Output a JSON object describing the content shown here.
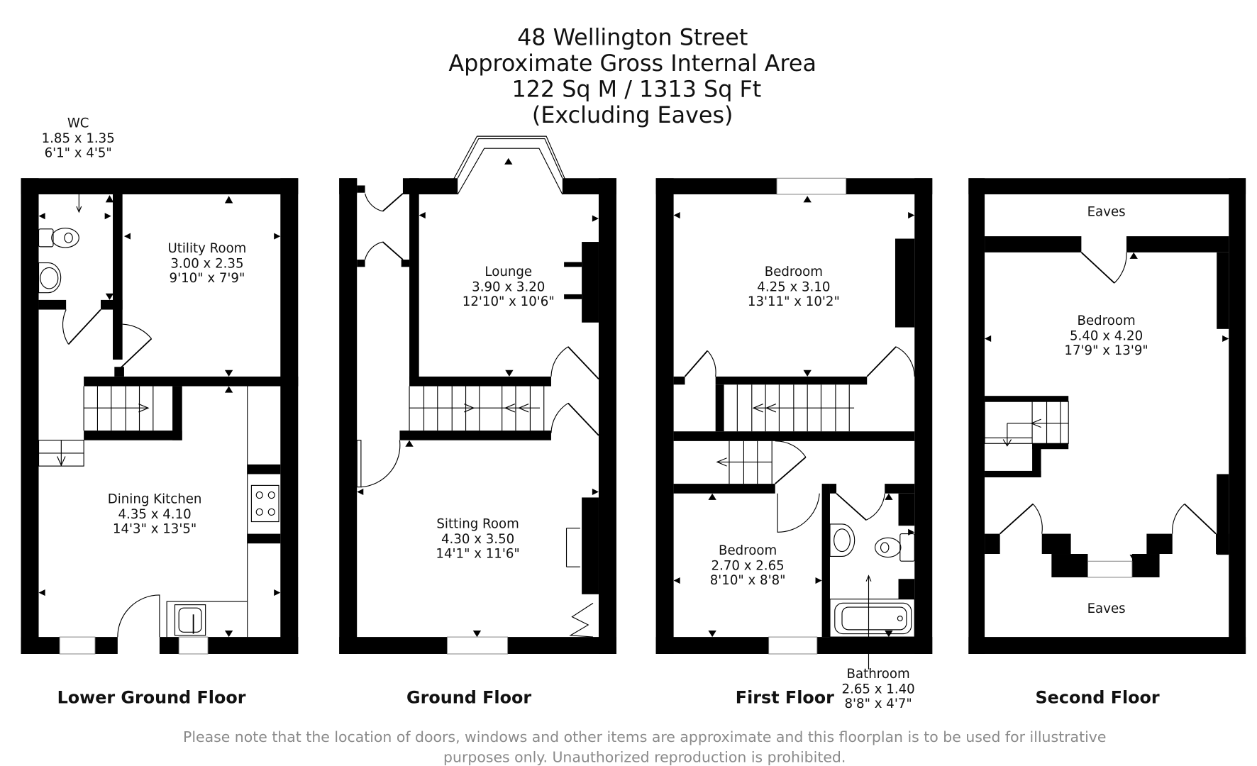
{
  "title": {
    "line1": "48 Wellington Street",
    "line2": "Approximate Gross Internal Area",
    "line3": "122 Sq M / 1313 Sq Ft",
    "line4": "(Excluding Eaves)"
  },
  "floors": [
    {
      "label": "Lower Ground Floor",
      "rooms": [
        {
          "name": "WC",
          "metric": "1.85 x 1.35",
          "imperial": "6'1\" x 4'5\""
        },
        {
          "name": "Utility Room",
          "metric": "3.00 x 2.35",
          "imperial": "9'10\" x 7'9\""
        },
        {
          "name": "Dining Kitchen",
          "metric": "4.35 x 4.10",
          "imperial": "14'3\" x 13'5\""
        }
      ]
    },
    {
      "label": "Ground Floor",
      "rooms": [
        {
          "name": "Lounge",
          "metric": "3.90 x 3.20",
          "imperial": "12'10\" x 10'6\""
        },
        {
          "name": "Sitting Room",
          "metric": "4.30 x 3.50",
          "imperial": "14'1\" x 11'6\""
        }
      ]
    },
    {
      "label": "First Floor",
      "rooms": [
        {
          "name": "Bedroom",
          "metric": "4.25 x 3.10",
          "imperial": "13'11\" x 10'2\""
        },
        {
          "name": "Bedroom",
          "metric": "2.70 x 2.65",
          "imperial": "8'10\" x 8'8\""
        },
        {
          "name": "Bathroom",
          "metric": "2.65 x 1.40",
          "imperial": "8'8\" x 4'7\""
        }
      ]
    },
    {
      "label": "Second Floor",
      "rooms": [
        {
          "name": "Eaves"
        },
        {
          "name": "Bedroom",
          "metric": "5.40 x 4.20",
          "imperial": "17'9\" x 13'9\""
        },
        {
          "name": "Eaves"
        }
      ]
    }
  ],
  "disclaimer": {
    "line1": "Please note that the location of doors, windows and other items are approximate and this floorplan is to be used for illustrative",
    "line2": "purposes only. Unauthorized reproduction is prohibited."
  }
}
